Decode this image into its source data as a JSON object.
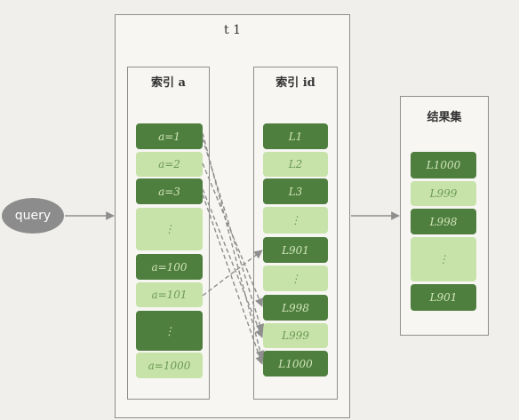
{
  "table_title": "t 1",
  "query_label": "query",
  "index_a": {
    "title": "索引 a",
    "items": [
      "a=1",
      "a=2",
      "a=3",
      "⋮",
      "a=100",
      "a=101",
      "⋮",
      "a=1000"
    ]
  },
  "index_id": {
    "title": "索引 id",
    "items": [
      "L1",
      "L2",
      "L3",
      "⋮",
      "L901",
      "⋮",
      "L998",
      "L999",
      "L1000"
    ]
  },
  "result": {
    "title": "结果集",
    "items": [
      "L1000",
      "L999",
      "L998",
      "⋮",
      "L901"
    ]
  },
  "colors": {
    "dark_cell": "#4f7f3f",
    "light_cell": "#c7e3aa",
    "arrow": "#8e8e8e"
  }
}
